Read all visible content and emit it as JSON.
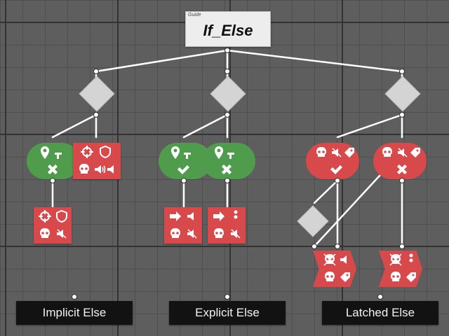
{
  "guide": {
    "caption": "Guide",
    "title": "If_Else"
  },
  "labels": {
    "implicit": "Implicit Else",
    "explicit": "Explicit Else",
    "latched": "Latched Else"
  },
  "colors": {
    "green": "#4e9c4c",
    "red": "#d8494b",
    "diamond": "#d4d4d4",
    "background": "#5e5e5e"
  },
  "icons": {
    "pin": "map-pin-icon",
    "hand": "hand-point-icon",
    "check": "check-icon",
    "cross": "cross-icon",
    "crosshair": "crosshair-icon",
    "shield": "shield-icon",
    "skull": "skull-icon",
    "sound": "sound-icon",
    "arrow": "arrow-right-icon",
    "dots": "dots-icon",
    "tag": "tag-icon"
  }
}
